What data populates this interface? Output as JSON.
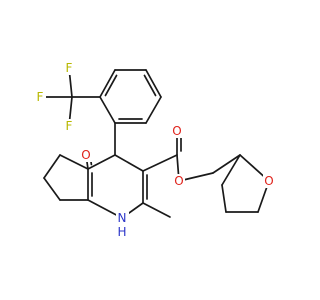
{
  "colors": {
    "bond": "#1a1a1a",
    "oxygen": "#e0231c",
    "nitrogen": "#2b35c8",
    "fluorine": "#b8b800",
    "carbon": "#1a1a1a"
  },
  "labels": {
    "f1": "F",
    "f2": "F",
    "f3": "F",
    "ketone_o": "O",
    "carbonyl_o": "O",
    "ester_o": "O",
    "ring_o": "O",
    "nh": "N",
    "nh_h": "H"
  }
}
